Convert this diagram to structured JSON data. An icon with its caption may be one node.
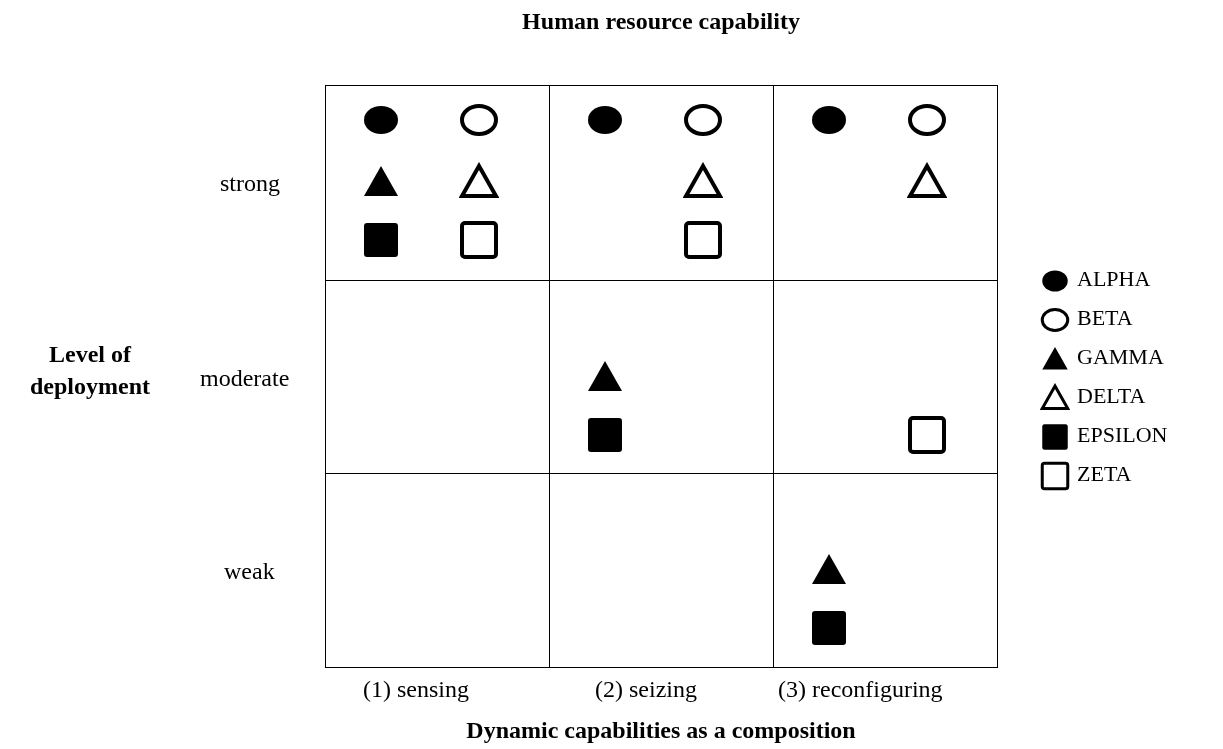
{
  "diagram": {
    "title": "Human resource capability",
    "nodes": [
      {
        "text": [],
        "shape": "box"
      },
      {
        "text": [],
        "shape": "circle",
        "in": 0
      },
      {
        "text": [],
        "shape": "circle",
        "in": 0
      },
      {
        "text": [],
        "shape": "triangle",
        "in": 0
      },
      {
        "text": [],
        "shape": "triangle",
        "in": 0
      },
      {
        "text": [],
        "shape": "square",
        "in": 0
      },
      {
        "text": [],
        "shape": "square",
        "in": 0
      },
      {
        "text": [],
        "shape": "box"
      },
      {
        "text": [],
        "shape": "circle",
        "in": 7
      },
      {
        "text": [],
        "shape": "circle",
        "in": 7
      },
      {
        "text": [],
        "shape": "triangle",
        "in": 7
      },
      {
        "text": [],
        "shape": "square",
        "in": 7
      },
      {
        "text": [],
        "shape": "box"
      },
      {
        "text": [],
        "shape": "circle",
        "in": 12
      },
      {
        "text": [],
        "shape": "circle",
        "in": 12
      },
      {
        "text": [],
        "shape": "triangle",
        "in": 12
      },
      {
        "text": [],
        "shape": "box"
      },
      {
        "text": [],
        "shape": "box"
      },
      {
        "text": [],
        "shape": "triangle",
        "in": 17
      },
      {
        "text": [],
        "shape": "square",
        "in": 17
      },
      {
        "text": [],
        "shape": "box"
      },
      {
        "text": [],
        "shape": "square",
        "in": 20
      },
      {
        "text": [],
        "shape": "box"
      },
      {
        "text": [],
        "shape": "box"
      },
      {
        "text": [],
        "shape": "box"
      },
      {
        "text": [],
        "shape": "triangle",
        "in": 24
      },
      {
        "text": [],
        "shape": "square",
        "in": 24
      }
    ],
    "labels": [
      "strong",
      "Level of deployment",
      "moderate",
      "weak",
      "(1) sensing",
      "(2) seizing",
      "(3) reconfiguring",
      "Dynamic capabilities as a composition"
    ],
    "legend": [
      {
        "text": "ALPHA"
      },
      {
        "text": "BETA"
      },
      {
        "text": "GAMMA"
      },
      {
        "text": "DELTA"
      },
      {
        "text": "EPSILON"
      },
      {
        "text": "ZETA"
      }
    ]
  }
}
